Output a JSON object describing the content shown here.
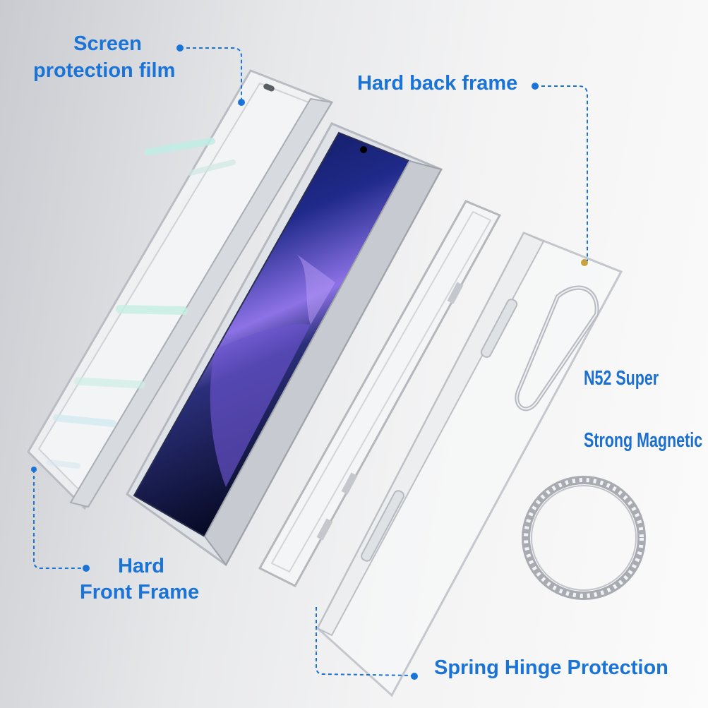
{
  "labels": {
    "screen_film_line1": "Screen",
    "screen_film_line2": "protection film",
    "back_frame": "Hard back frame",
    "front_frame_line1": "Hard",
    "front_frame_line2": "Front Frame",
    "hinge": "Spring Hinge Protection",
    "magnetic_line1": "N52 Super",
    "magnetic_line2": "Strong Magnetic"
  },
  "colors": {
    "label_blue": "#1a73d6",
    "screen_dark": "#0d1650",
    "screen_purple": "#8a6ee0"
  }
}
